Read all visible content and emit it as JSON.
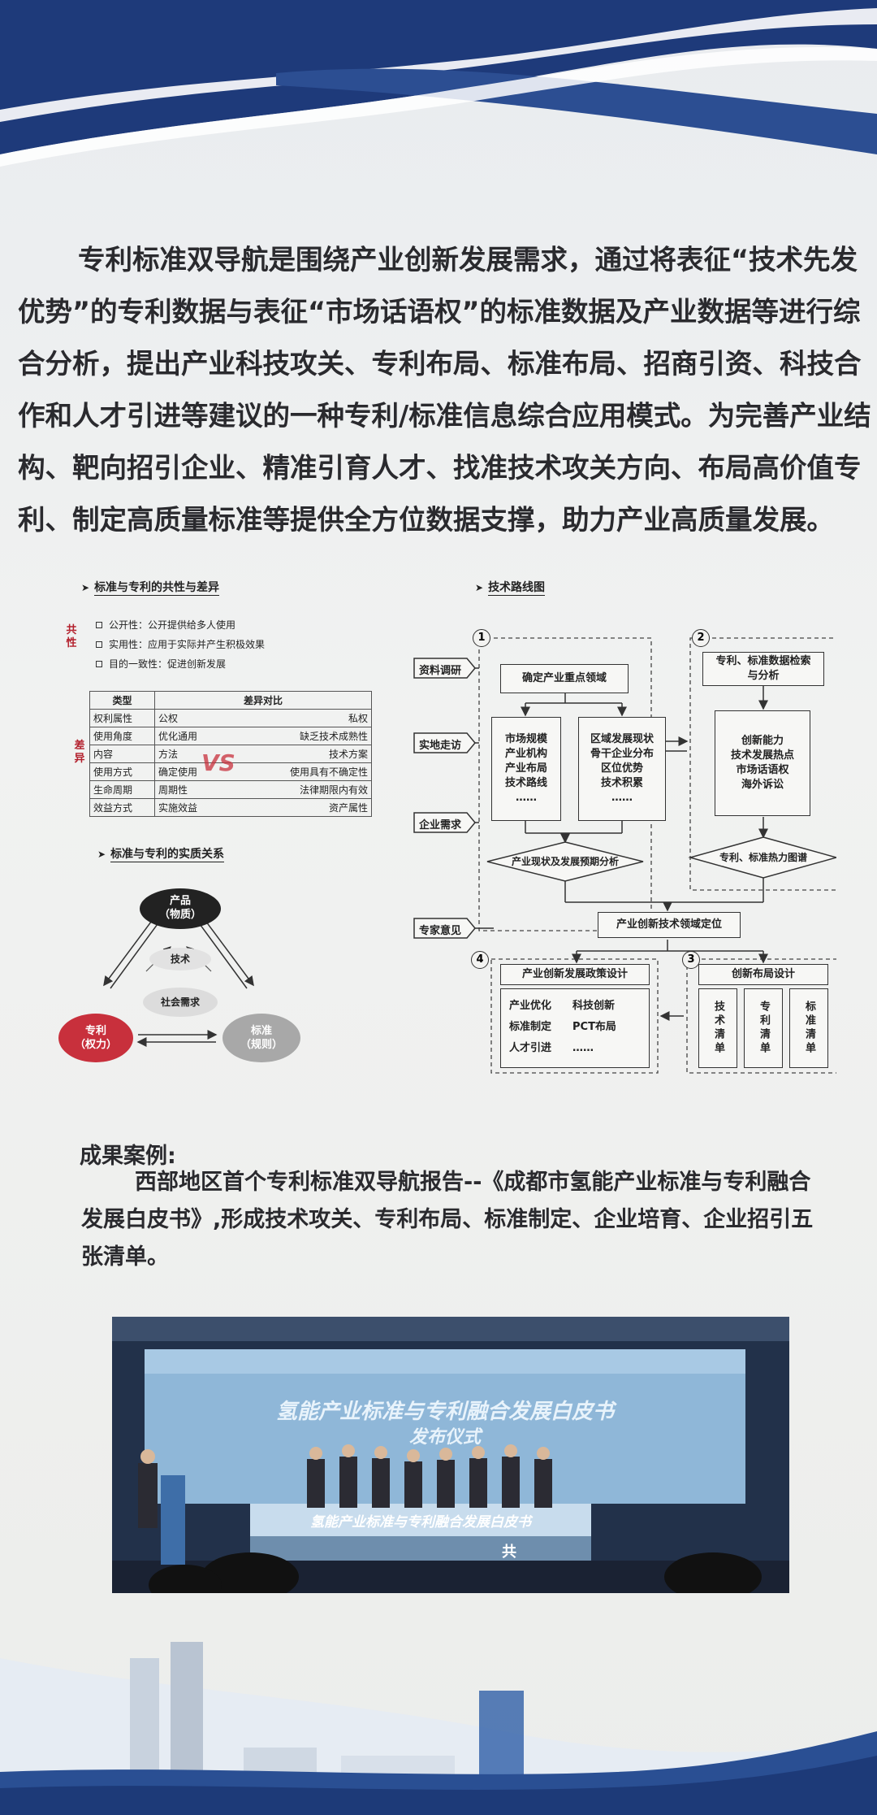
{
  "intro_text": "专利标准双导航是围绕产业创新发展需求，通过将表征“技术先发优势”的专利数据与表征“市场话语权”的标准数据及产业数据等进行综合分析，提出产业科技攻关、专利布局、标准布局、招商引资、科技合作和人才引进等建议的一种专利/标准信息综合应用模式。为完善产业结构、靶向招引企业、精准引育人才、找准技术攻关方向、布局高价值专利、制定高质量标准等提供全方位数据支撑，助力产业高质量发展。",
  "commonality": {
    "title": "标准与专利的共性与差异",
    "label_common": "共性",
    "label_diff": "差异",
    "bullets": [
      "公开性：公开提供给多人使用",
      "实用性：应用于实际并产生积极效果",
      "目的一致性：促进创新发展"
    ],
    "table_header": [
      "类型",
      "差异对比"
    ],
    "rows": [
      [
        "权利属性",
        "公权",
        "私权"
      ],
      [
        "使用角度",
        "优化通用",
        "缺乏技术成熟性"
      ],
      [
        "内容",
        "方法",
        "技术方案"
      ],
      [
        "使用方式",
        "确定使用",
        "使用具有不确定性"
      ],
      [
        "生命周期",
        "周期性",
        "法律期限内有效"
      ],
      [
        "效益方式",
        "实施效益",
        "资产属性"
      ]
    ],
    "vs": "VS"
  },
  "relation": {
    "title": "标准与专利的实质关系",
    "product": [
      "产品",
      "（物质）"
    ],
    "tech": "技术",
    "society": "社会需求",
    "patent": [
      "专利",
      "（权力）"
    ],
    "standard": [
      "标准",
      "（规则）"
    ]
  },
  "roadmap": {
    "title": "技术路线图",
    "side_labels": [
      "资料调研",
      "实地走访",
      "企业需求",
      "专家意见"
    ],
    "nums": [
      "1",
      "2",
      "3",
      "4"
    ],
    "b1_head": "确定产业重点领域",
    "b1_left": [
      "市场规模",
      "产业机构",
      "产业布局",
      "技术路线",
      "……"
    ],
    "b1_right": [
      "区域发展现状",
      "骨干企业分布",
      "区位优势",
      "技术积累",
      "……"
    ],
    "b1_diamond": "产业现状及发展预期分析",
    "b2_head": [
      "专利、标准数据检索",
      "与分析"
    ],
    "b2_body": [
      "创新能力",
      "技术发展热点",
      "市场话语权",
      "海外诉讼"
    ],
    "b2_diamond": "专利、标准热力图谱",
    "center": "产业创新技术领域定位",
    "b4_head": "产业创新发展政策设计",
    "b4_items": [
      "产业优化",
      "科技创新",
      "标准制定",
      "PCT布局",
      "人才引进",
      "……"
    ],
    "b3_head": "创新布局设计",
    "b3_cols": [
      "技术清单",
      "专利清单",
      "标准清单"
    ]
  },
  "case": {
    "title": "成果案例:",
    "body": "西部地区首个专利标准双导航报告--《成都市氢能产业标准与专利融合发展白皮书》,形成技术攻关、专利布局、标准制定、企业培育、企业招引五张清单。"
  },
  "photo": {
    "screen_title": "氢能产业标准与专利融合发展白皮书",
    "screen_sub": "发布仪式",
    "banner": "氢能产业标准与专利融合发展白皮书",
    "gong": "共"
  },
  "colors": {
    "navy": "#1d3a78",
    "red": "#b3202d",
    "accent_blue": "#2f5fa8"
  }
}
